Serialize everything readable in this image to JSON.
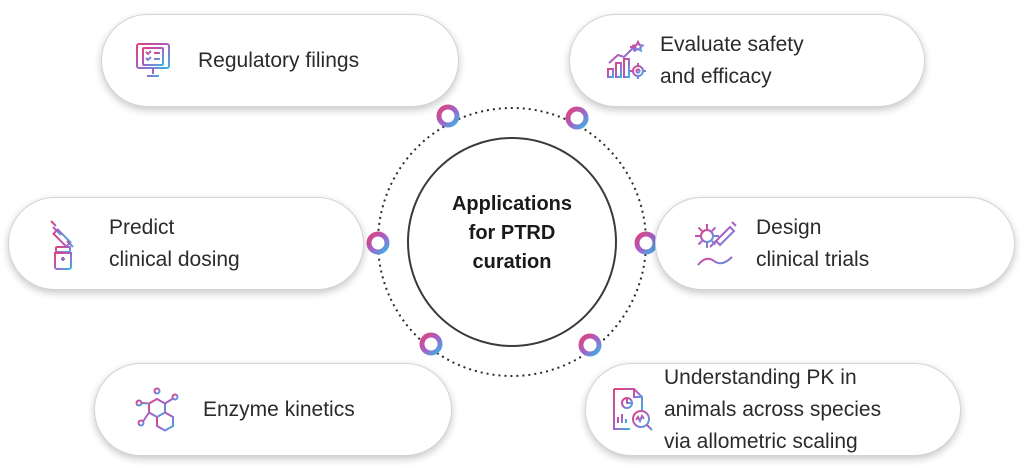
{
  "center": {
    "title_lines": [
      "Applications",
      "for PTRD",
      "curation"
    ]
  },
  "items": [
    {
      "id": "regulatory",
      "lines": [
        "Regulatory filings"
      ],
      "icon": "checklist-monitor-icon"
    },
    {
      "id": "safety",
      "lines": [
        "Evaluate safety",
        "and efficacy"
      ],
      "icon": "growth-chart-gear-icon"
    },
    {
      "id": "dosing",
      "lines": [
        "Predict",
        "clinical dosing"
      ],
      "icon": "syringe-vial-icon"
    },
    {
      "id": "trials",
      "lines": [
        "Design",
        "clinical trials"
      ],
      "icon": "virus-syringe-icon"
    },
    {
      "id": "enzyme",
      "lines": [
        "Enzyme kinetics"
      ],
      "icon": "molecule-icon"
    },
    {
      "id": "pk",
      "lines": [
        "Understanding PK in",
        "animals across species",
        "via allometric scaling"
      ],
      "icon": "report-magnifier-icon"
    }
  ],
  "colors": {
    "gradient_start": "#e0427a",
    "gradient_mid": "#a660c8",
    "gradient_end": "#3ab3e6",
    "ring": "#2b2b2b",
    "pill_border": "#d4d4d4"
  }
}
